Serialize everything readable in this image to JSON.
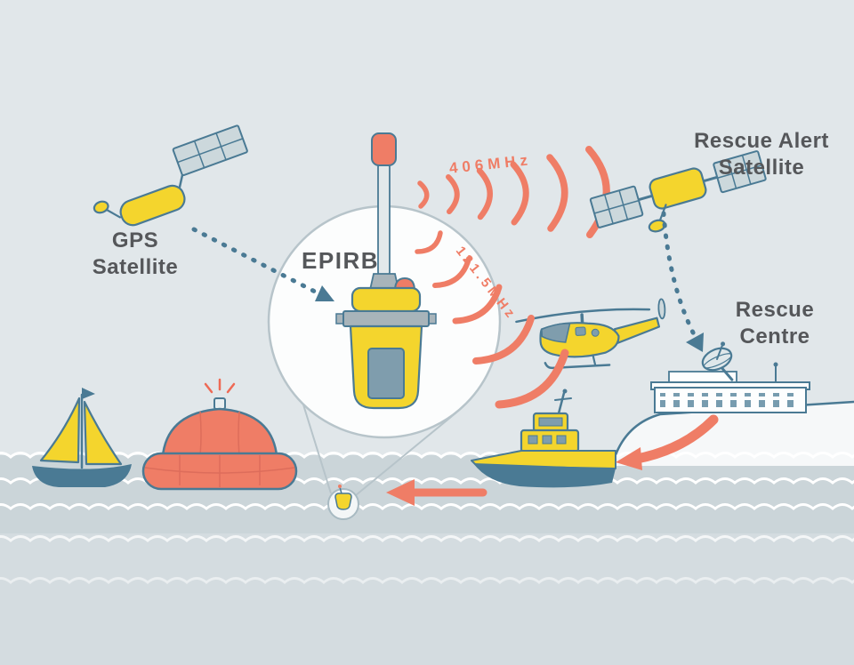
{
  "scene": {
    "labels": {
      "gps_satellite": {
        "line1": "GPS",
        "line2": "Satellite"
      },
      "rescue_alert_satellite": {
        "line1": "Rescue Alert",
        "line2": "Satellite"
      },
      "epirb": "EPIRB",
      "rescue_centre": {
        "line1": "Rescue",
        "line2": "Centre"
      }
    },
    "frequencies": {
      "distress": "406MHz",
      "homing": "121.5MHz"
    },
    "colors": {
      "sky": "#e1e7ea",
      "sea": "#d4dce0",
      "sea_band": "#cbd5d9",
      "wave_line": "#ffffff",
      "yellow": "#f4d52d",
      "salmon": "#ef7d66",
      "outline_slate": "#4a7a94",
      "label_text": "#55575a",
      "magnifier_circle": "#fcfdfd"
    },
    "icons": [
      "gps-satellite-icon",
      "rescue-alert-satellite-icon",
      "epirb-device-icon",
      "signal-arc-icon",
      "helicopter-icon",
      "lifeboat-icon",
      "sailboat-icon",
      "life-raft-icon",
      "rescue-centre-building-icon",
      "satellite-dish-icon",
      "floating-beacon-icon"
    ]
  }
}
